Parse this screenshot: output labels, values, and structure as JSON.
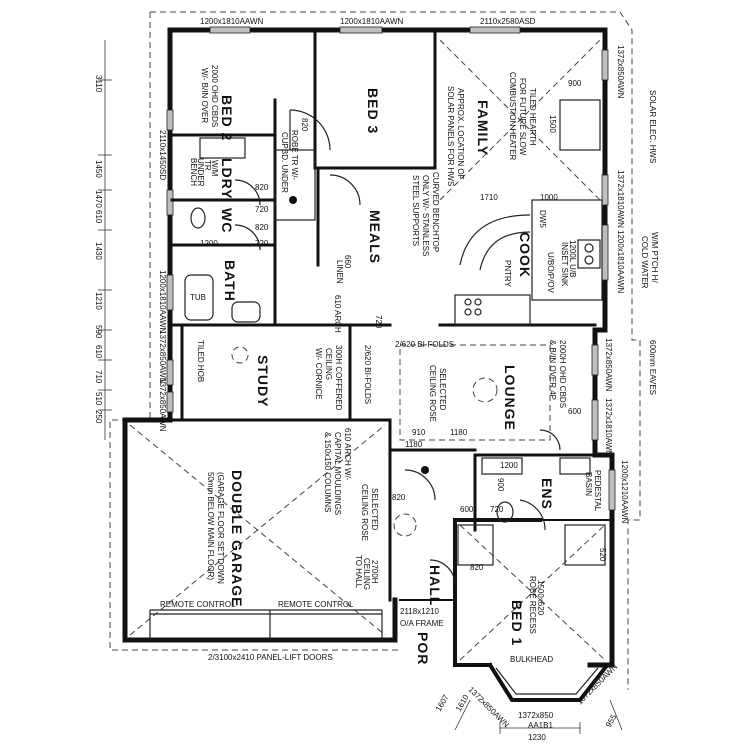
{
  "rooms": {
    "bed2": "BED 2",
    "bed3": "BED 3",
    "family": "FAMILY",
    "meals": "MEALS",
    "cook": "COOK",
    "ldry": "LDRY",
    "wc": "WC",
    "bath": "BATH",
    "study": "STUDY",
    "lounge": "LOUNGE",
    "garage": "DOUBLE GARAGE",
    "ens": "ENS",
    "hall": "HALL",
    "bed1": "BED 1",
    "por": "POR"
  },
  "notes": {
    "hearth": "TILED HEARTH",
    "hearth2": "FOR FUTURE SLOW",
    "hearth3": "COMBUSTION HEATER",
    "solar1": "APPROX. LOCATION OF",
    "solar2": "SOLAR PANELS FOR HWS",
    "bench1": "CURVED BENCHTOP",
    "bench2": "ONLY W/- STAINLESS",
    "bench3": "STEEL SUPPORTS",
    "robe_bed3": "820",
    "robe_bed3b": "ROBE TR W/-",
    "robe_bed3c": "CUPBD. UNDER",
    "bed2_robe1": "2000 OHD CBDS",
    "bed2_robe2": "W/- B/IN OVER",
    "ldry_tr": "W/M",
    "ldry_tr2": "TR",
    "ldry_tr3": "UNDER",
    "ldry_tr4": "BENCH",
    "linen": "660",
    "linen2": "LINEN",
    "arch": "610 ARCH",
    "study1": "300H COFFERED",
    "study2": "CEILING",
    "study3": "W/- CORNICE",
    "bifold1": "2/620 BI-FOLDS",
    "bifold2": "2/620 BI-FOLDS",
    "lounge1": "2000H OHD CBDS",
    "lounge2": "& B/IN OVER 4P",
    "rose1": "SELECTED",
    "rose2": "CEILING ROSE",
    "tiled_hob": "TILED HOB",
    "garage_sub1": "(GARAGE FLOOR SET DOWN",
    "garage_sub2": "50mm BELOW MAIN FLOOR)",
    "remote1": "REMOTE CONTROL",
    "remote2": "REMOTE CONTROL",
    "panel_doors": "2/3100x2410 PANEL-LIFT DOORS",
    "arch2a": "610 ARCH W/-",
    "arch2b": "CAPITAL MOULDINGS",
    "arch2c": "& 150x150 COLUMNS",
    "rose3": "SELECTED",
    "rose4": "CEILING ROSE",
    "ceil1": "2700H",
    "ceil2": "CEILING",
    "ceil3": "TO HALL",
    "frame1": "2118x1210",
    "frame2": "O/A FRAME",
    "wir1": "1500x620",
    "wir2": "ROBE RECESS",
    "bulkhead": "BULKHEAD",
    "pedestal1": "PEDESTAL",
    "pedestal2": "BASIN",
    "solar_elec": "SOLAR ELEC. HWS",
    "cold_water": "W/M PTCH H/",
    "cold_water2": "COLD WATER",
    "eaves": "600mm EAVES",
    "dws": "DW5",
    "pntry": "PNTRY",
    "ubo": "U/BO/P/OV",
    "sink1": "1200L U/B",
    "sink2": "INSET SINK",
    "w600": "600",
    "tub": "TUB"
  },
  "dims": {
    "top1": "1200x1810AAWN",
    "top2": "1200x1810AAWN",
    "top3": "2110x2580ASD",
    "d900": "900",
    "d1500": "1500",
    "d1710": "1710",
    "d1000": "1000",
    "d820a": "820",
    "d720a": "720",
    "d820b": "820",
    "d720b": "720",
    "d1200a": "1200",
    "d720c": "720",
    "d910": "910",
    "d1180a": "1180",
    "d1180b": "1180",
    "d820c": "820",
    "d820d": "820",
    "d520": "520",
    "d1200b": "1200",
    "d900b": "900",
    "d720d": "720",
    "d600": "600",
    "d1230": "1230",
    "d1372a": "1372x850AWN",
    "d1372b": "1372x850",
    "d1372c": "1372x850AWN",
    "r1372a": "1372x850AWN",
    "r1372b": "1372x1810AWN",
    "r1200": "1200x1810AAWN",
    "r1372c": "1372x850AWN",
    "r1372d": "1372x1810AWN",
    "r1200b": "1200x1210AAWN",
    "l2110": "2110x1450SD",
    "l1200": "1200x1810AAWN",
    "l1372a": "1372x850AWN",
    "l1372b": "1372x850AWN",
    "lv3110": "3110",
    "lv1450": "1450",
    "lv1470": "1470",
    "lv610": "610",
    "lv1430": "1430",
    "lv1210": "1210",
    "lv590": "590",
    "lv610b": "610",
    "lv710": "710",
    "lv510": "510",
    "lv250": "250",
    "b1607": "1607",
    "b955": "955",
    "b1610": "1610",
    "b_aa": "AA1B1"
  }
}
